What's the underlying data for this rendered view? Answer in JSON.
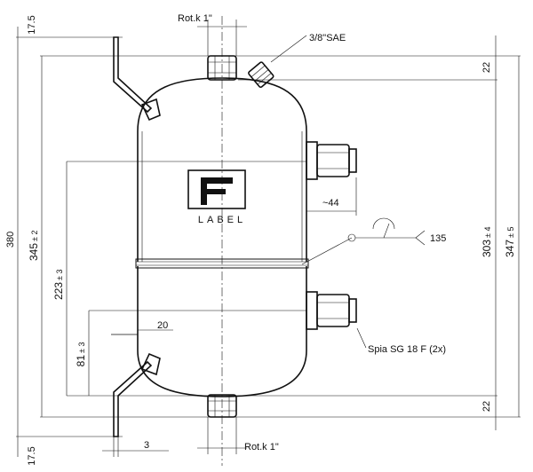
{
  "drawing": {
    "top_fitting_label": "Rot.k 1\"",
    "bottom_fitting_label": "Rot.k 1\"",
    "sae_label": "3/8\"SAE",
    "sight_glass_label": "Spia SG 18 F (2x)",
    "weld_symbol_label": "135",
    "logo_text": "LABEL"
  },
  "dimensions": {
    "overall_height": "380",
    "top_offset": "17.5",
    "bottom_offset": "17.5",
    "mount_height": "345",
    "mount_tol": "± 2",
    "upper_fitting_height": "223",
    "upper_fitting_tol": "± 3",
    "lower_fitting_height": "81",
    "lower_fitting_tol": "± 3",
    "bracket_offset": "20",
    "bracket_thickness": "3",
    "fitting_depth": "~44",
    "top_cap": "22",
    "bottom_cap": "22",
    "body_height": "303",
    "body_tol": "± 4",
    "total_height": "347",
    "total_tol": "± 5"
  }
}
